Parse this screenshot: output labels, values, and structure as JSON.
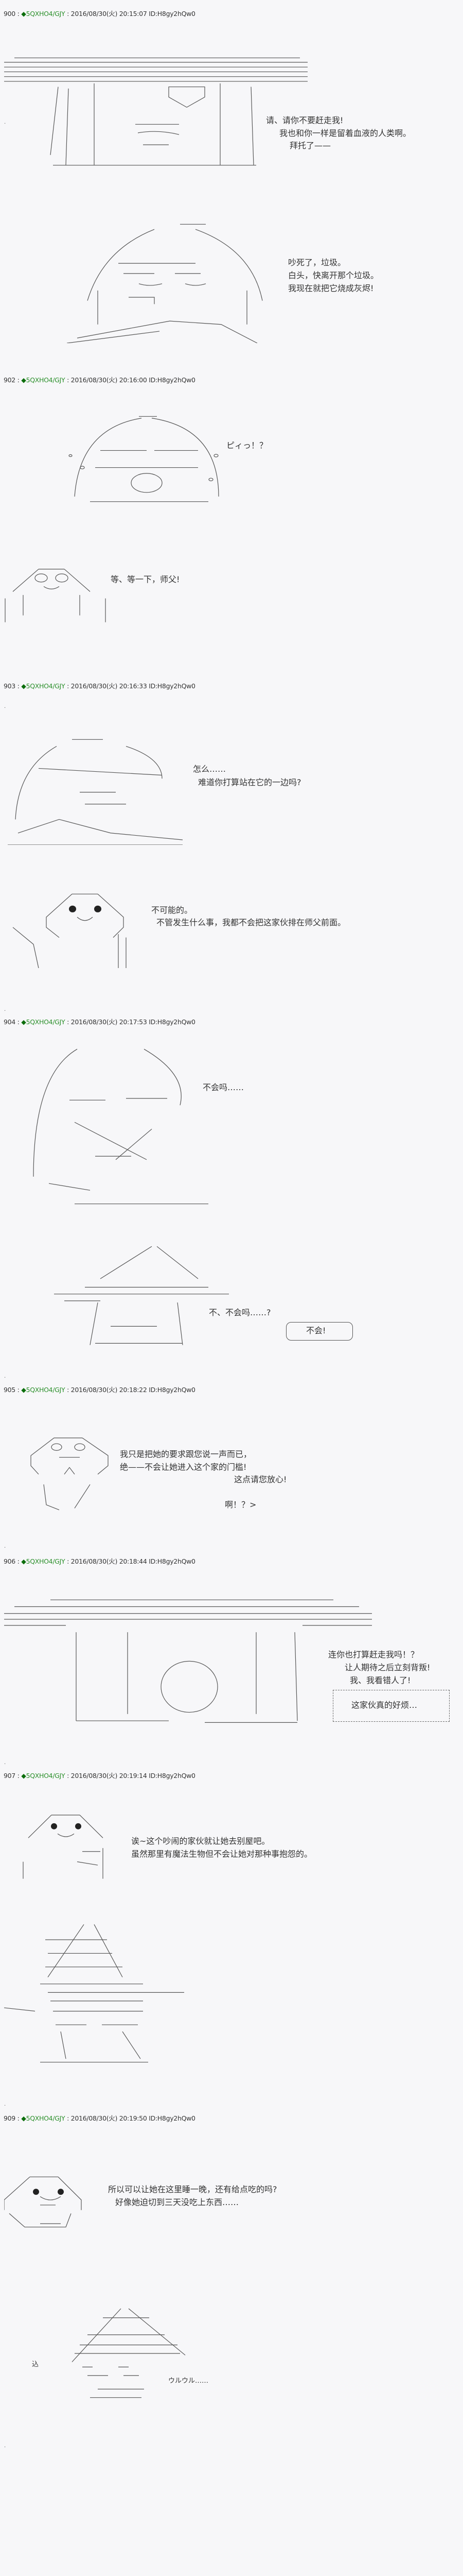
{
  "colors": {
    "trip": "#2a8f2a",
    "diamond": "#0c6e0c",
    "text": "#333333",
    "background": "#f7f7f9"
  },
  "posts": [
    {
      "num": "900",
      "trip": "5QXHO4/GJY",
      "date": "2016/08/30(火) 20:15:07",
      "id": "ID:H8gy2hQw0"
    },
    {
      "num": "902",
      "trip": "5QXHO4/GJY",
      "date": "2016/08/30(火) 20:16:00",
      "id": "ID:H8gy2hQw0"
    },
    {
      "num": "903",
      "trip": "5QXHO4/GJY",
      "date": "2016/08/30(火) 20:16:33",
      "id": "ID:H8gy2hQw0"
    },
    {
      "num": "904",
      "trip": "5QXHO4/GJY",
      "date": "2016/08/30(火) 20:17:53",
      "id": "ID:H8gy2hQw0"
    },
    {
      "num": "905",
      "trip": "5QXHO4/GJY",
      "date": "2016/08/30(火) 20:18:22",
      "id": "ID:H8gy2hQw0"
    },
    {
      "num": "906",
      "trip": "5QXHO4/GJY",
      "date": "2016/08/30(火) 20:18:44",
      "id": "ID:H8gy2hQw0"
    },
    {
      "num": "907",
      "trip": "5QXHO4/GJY",
      "date": "2016/08/30(火) 20:19:14",
      "id": "ID:H8gy2hQw0"
    },
    {
      "num": "909",
      "trip": "5QXHO4/GJY",
      "date": "2016/08/30(火) 20:19:50",
      "id": "ID:H8gy2hQw0"
    }
  ],
  "sep": ":",
  "diamond": "◆",
  "lines": {
    "p900_1": "请、请你不要赶走我!",
    "p900_2": "我也和你一样是留着血液的人类啊。",
    "p900_3": "拜托了——",
    "p902_1": "吵死了，垃圾。",
    "p902_2": "白头，快离开那个垃圾。",
    "p902_3": "我现在就把它烧成灰烬!",
    "p902_4": "ピィっ！？",
    "p902_5": "等、等一下，师父!",
    "p903_1": "怎么……",
    "p903_2": "难道你打算站在它的一边吗?",
    "p903_3": "不可能的。",
    "p903_4": "不管发生什么事，我都不会把这家伙排在师父前面。",
    "p904_1": "不会吗……",
    "p904_2": "不、不会吗……?",
    "p904_3": "不会!",
    "p905_1": "我只是把她的要求跟您说一声而已，",
    "p905_2": "绝——不会让她进入这个家的门槛!",
    "p905_3": "这点请您放心!",
    "p905_4": "啊！？>",
    "p906_1": "连你也打算赶走我吗！？",
    "p906_2": "让人期待之后立刻背叛!",
    "p906_3": "我、我看错人了!",
    "p906_4": "这家伙真的好烦…",
    "p907_1": "诶~这个吵闹的家伙就让她去别屋吧。",
    "p907_2": "虽然那里有魔法生物但不会让她对那种事抱怨的。",
    "p909_1": "所以可以让她在这里睡一晚，还有给点吃的吗?",
    "p909_2": "好像她迫切到三天没吃上东西……",
    "p909_3": "ウルウル……",
    "p909_4": "込"
  }
}
